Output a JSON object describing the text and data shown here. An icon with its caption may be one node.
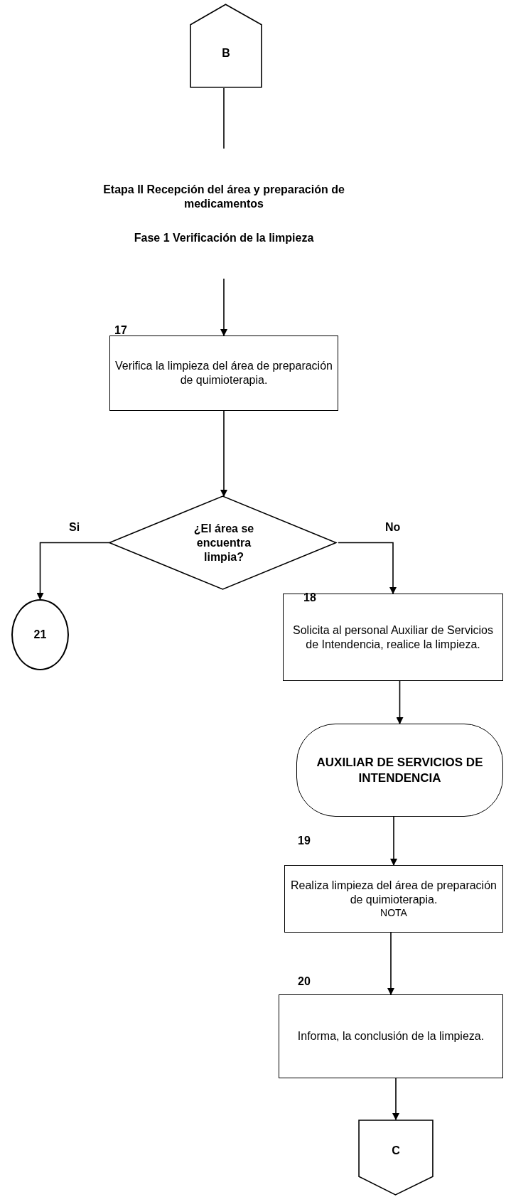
{
  "diagram": {
    "nodes": [
      {
        "text": [
          "B"
        ]
      },
      {
        "text": [
          "Etapa II Recepción del área y preparación de medicamentos",
          "Fase 1 Verificación de la limpieza"
        ]
      },
      {
        "text": [
          "Verifica la limpieza del área de preparación de quimioterapia."
        ]
      },
      {
        "text": [
          "¿El área se encuentra limpia?"
        ]
      },
      {
        "text": [
          "21"
        ]
      },
      {
        "text": [
          "Solicita al personal Auxiliar de Servicios de Intendencia, realice la limpieza."
        ]
      },
      {
        "text": [
          "AUXILIAR DE SERVICIOS DE INTENDENCIA"
        ]
      },
      {
        "text": [
          "Realiza limpieza del área de preparación de quimioterapia.",
          "NOTA"
        ]
      },
      {
        "text": [
          "Informa, la conclusión de la limpieza."
        ]
      },
      {
        "text": [
          "C"
        ]
      }
    ],
    "edges": [
      {
        "from": 0,
        "to": 1,
        "arrow": "none"
      },
      {
        "from": 1,
        "to": 2,
        "arrow": "to"
      },
      {
        "from": 2,
        "to": 3,
        "arrow": "to"
      },
      {
        "from": 3,
        "to": 4,
        "arrow": "to",
        "label": "Si"
      },
      {
        "from": 3,
        "to": 5,
        "arrow": "to",
        "label": "No"
      },
      {
        "from": 5,
        "to": 6,
        "arrow": "to"
      },
      {
        "from": 6,
        "to": 7,
        "arrow": "to"
      },
      {
        "from": 7,
        "to": 8,
        "arrow": "to"
      },
      {
        "from": 8,
        "to": 9,
        "arrow": "to"
      }
    ],
    "labels": [
      "17",
      "18",
      "19",
      "20"
    ]
  }
}
